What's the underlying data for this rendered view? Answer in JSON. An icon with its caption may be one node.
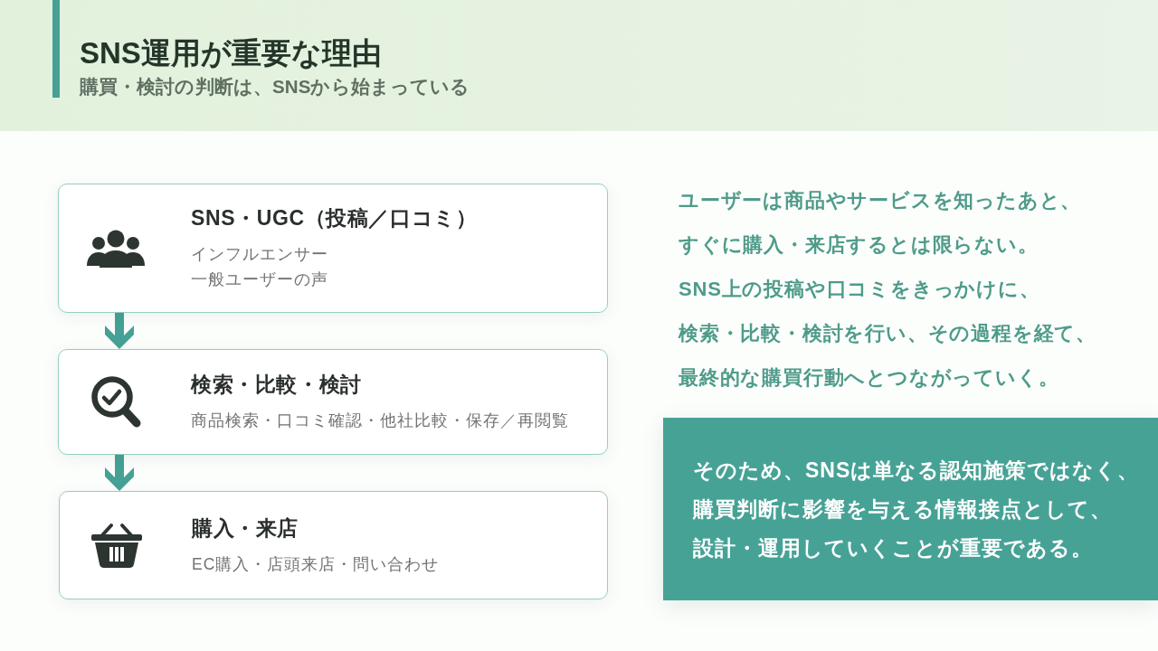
{
  "diagram": {
    "title": "SNS運用が重要な理由",
    "nodes": [
      {
        "text": [
          "SNS・UGC（投稿／口コミ）",
          "インフルエンサー",
          "一般ユーザーの声"
        ]
      },
      {
        "text": [
          "検索・比較・検討",
          "商品検索・口コミ確認・他社比較・保存／再閲覧"
        ]
      },
      {
        "text": [
          "購入・来店",
          "EC購入・店頭来店・問い合わせ"
        ]
      },
      {
        "text": [
          "そのため、SNSは単なる認知施策ではなく、購買判断に影響を与える情報接点として、設計・運用していくことが重要である。"
        ]
      }
    ],
    "edges": [
      {
        "from": 0,
        "to": 1,
        "arrow": "to"
      },
      {
        "from": 1,
        "to": 2,
        "arrow": "to"
      }
    ],
    "labels": [
      "購買・検討の判断は、SNSから始まっている",
      "ユーザーは商品やサービスを知ったあと、すぐに購入・来店するとは限らない。SNS上の投稿や口コミをきっかけに、検索・比較・検討を行い、その過程を経て、最終的な購買行動へとつながっていく。"
    ]
  }
}
